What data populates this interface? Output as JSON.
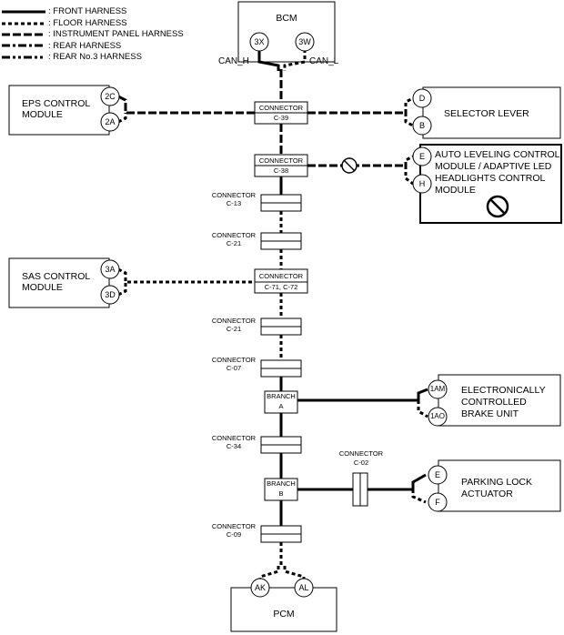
{
  "legend": [
    {
      "style": "front",
      "label": ": FRONT HARNESS"
    },
    {
      "style": "floor",
      "label": ": FLOOR HARNESS"
    },
    {
      "style": "ip",
      "label": ": INSTRUMENT PANEL HARNESS"
    },
    {
      "style": "rear",
      "label": ": REAR HARNESS"
    },
    {
      "style": "rear3",
      "label": ": REAR No.3 HARNESS"
    }
  ],
  "modules": {
    "bcm": {
      "label": "BCM",
      "pins": [
        "3X",
        "3W"
      ]
    },
    "can_h": "CAN_H",
    "can_l": "CAN_L",
    "eps": {
      "label_1": "EPS CONTROL",
      "label_2": "MODULE",
      "pins": [
        "2C",
        "2A"
      ]
    },
    "selector": {
      "label": "SELECTOR LEVER",
      "pins": [
        "D",
        "B"
      ]
    },
    "auto_leveling": {
      "line_1": "AUTO LEVELING CONTROL",
      "line_2": "MODULE / ADAPTIVE LED",
      "line_3": "HEADLIGHTS CONTROL",
      "line_4": "MODULE",
      "pins": [
        "E",
        "H"
      ]
    },
    "sas": {
      "label_1": "SAS CONTROL",
      "label_2": "MODULE",
      "pins": [
        "3A",
        "3D"
      ]
    },
    "brake": {
      "line_1": "ELECTRONICALLY",
      "line_2": "CONTROLLED",
      "line_3": "BRAKE UNIT",
      "pins": [
        "1AM",
        "1AO"
      ]
    },
    "parking": {
      "line_1": "PARKING LOCK",
      "line_2": "ACTUATOR",
      "pins": [
        "E",
        "F"
      ]
    },
    "pcm": {
      "label": "PCM",
      "pins": [
        "AK",
        "AL"
      ]
    }
  },
  "connectors": {
    "c39": {
      "line_1": "CONNECTOR",
      "line_2": "C-39"
    },
    "c38": {
      "line_1": "CONNECTOR",
      "line_2": "C-38"
    },
    "c13": {
      "line_1": "CONNECTOR",
      "line_2": "C-13"
    },
    "c21a": {
      "line_1": "CONNECTOR",
      "line_2": "C-21"
    },
    "c71": {
      "line_1": "CONNECTOR",
      "line_2": "C-71, C-72"
    },
    "c21b": {
      "line_1": "CONNECTOR",
      "line_2": "C-21"
    },
    "c07": {
      "line_1": "CONNECTOR",
      "line_2": "C-07"
    },
    "branch_a": {
      "line_1": "BRANCH",
      "line_2": "A"
    },
    "c34": {
      "line_1": "CONNECTOR",
      "line_2": "C-34"
    },
    "branch_b": {
      "line_1": "BRANCH",
      "line_2": "B"
    },
    "c09": {
      "line_1": "CONNECTOR",
      "line_2": "C-09"
    },
    "c02": {
      "line_1": "CONNECTOR",
      "line_2": "C-02"
    }
  }
}
